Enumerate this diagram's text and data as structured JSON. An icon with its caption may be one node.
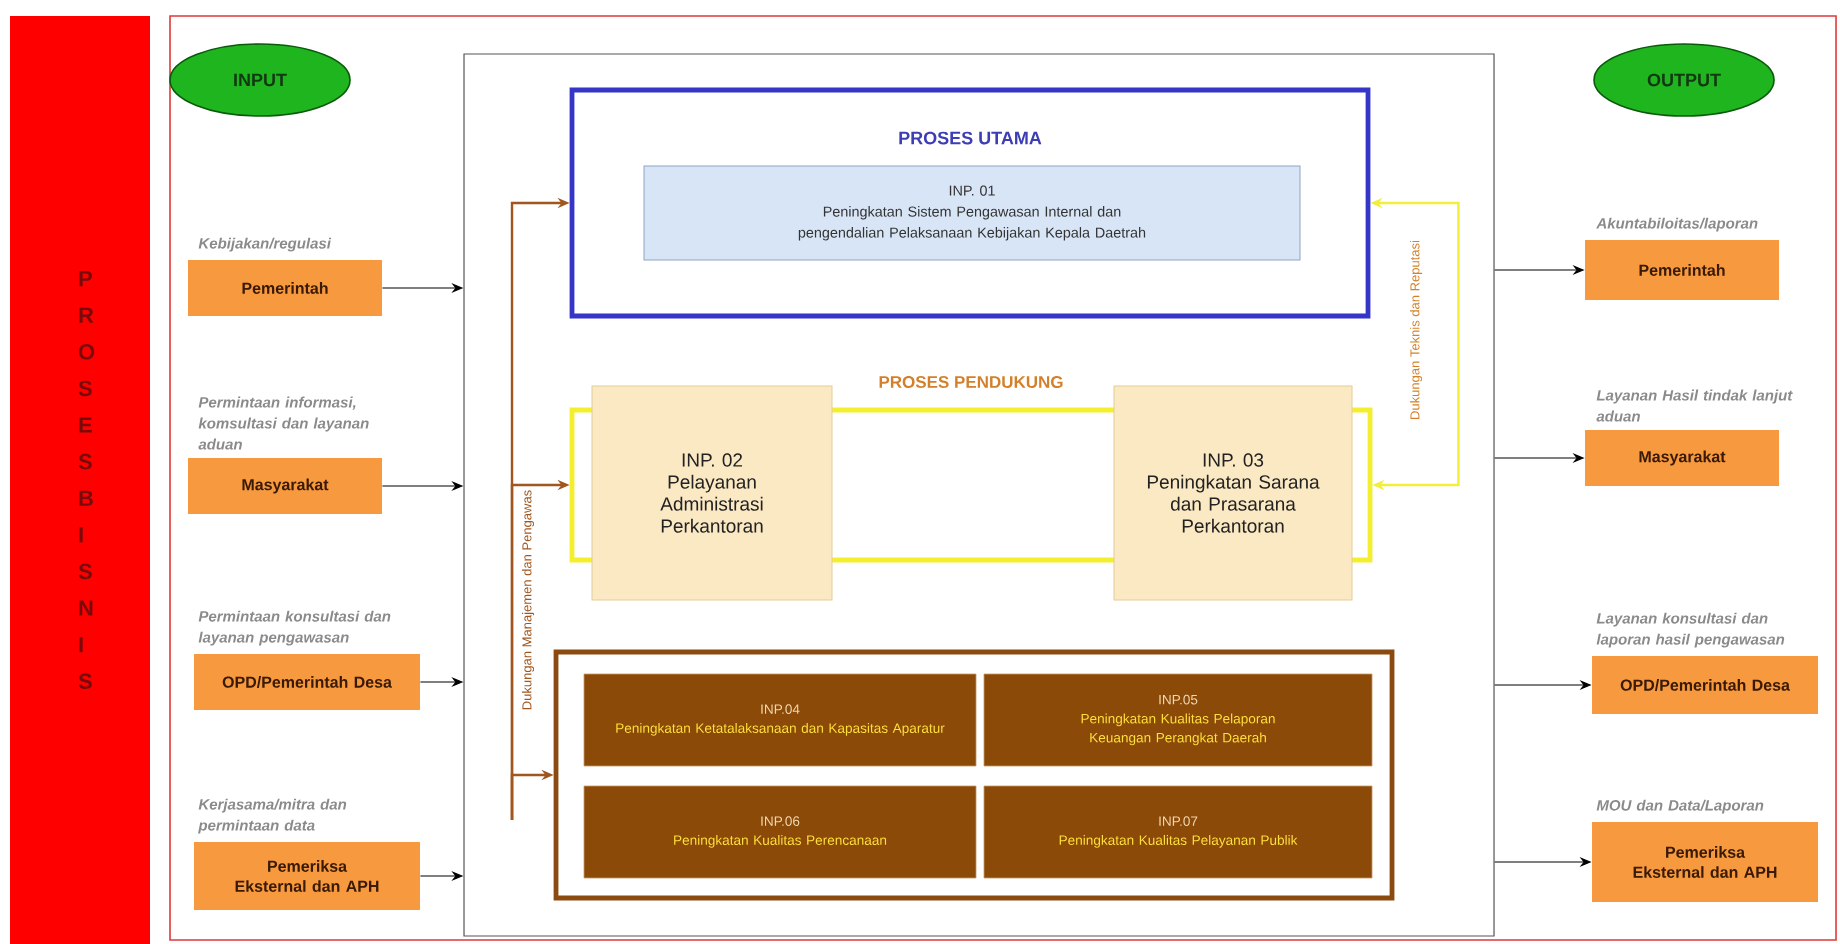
{
  "diagram": {
    "nodes": [
      {
        "text": [
          "PROSES BISNIS"
        ]
      },
      {
        "text": [
          "INPUT"
        ]
      },
      {
        "text": [
          "Pemerintah"
        ],
        "beside": [
          "Kebijakan/regulasi"
        ]
      },
      {
        "text": [
          "Masyarakat"
        ],
        "beside": [
          "Permintaan informasi, komsultasi dan layanan aduan"
        ]
      },
      {
        "text": [
          "OPD/Pemerintah Desa"
        ],
        "beside": [
          "Permintaan konsultasi dan layanan pengawasan"
        ]
      },
      {
        "text": [
          "Pemeriksa Eksternal dan APH"
        ],
        "beside": [
          "Kerjasama/mitra dan permintaan data"
        ]
      },
      {
        "text": [],
        "shape": "box"
      },
      {
        "text": [
          "PROSES UTAMA"
        ],
        "in": 6
      },
      {
        "text": [
          "INP. 01",
          "Peningkatan Sistem Pengawasan Internal dan pengendalian Pelaksanaan Kebijakan Kepala Daetrah"
        ],
        "in": 7
      },
      {
        "text": [
          "PROSES PENDUKUNG"
        ],
        "in": 6
      },
      {
        "text": [
          "INP. 02",
          "Pelayanan Administrasi Perkantoran"
        ],
        "in": 6
      },
      {
        "text": [
          "INP. 03",
          "Peningkatan Sarana dan Prasarana Perkantoran"
        ],
        "in": 6
      },
      {
        "text": [],
        "shape": "box",
        "in": 6
      },
      {
        "text": [
          "INP.04",
          "Peningkatan Ketatalaksanaan dan Kapasitas Aparatur"
        ],
        "in": 12
      },
      {
        "text": [
          "INP.05",
          "Peningkatan Kualitas Pelaporan Keuangan Perangkat Daerah"
        ],
        "in": 12
      },
      {
        "text": [
          "INP.06",
          "Peningkatan Kualitas Perencanaan"
        ],
        "in": 12
      },
      {
        "text": [
          "INP.07",
          "Peningkatan Kualitas Pelayanan Publik"
        ],
        "in": 12
      },
      {
        "text": [
          "OUTPUT"
        ]
      },
      {
        "text": [
          "Pemerintah"
        ],
        "beside": [
          "Akuntabiloitas/laporan"
        ]
      },
      {
        "text": [
          "Masyarakat"
        ],
        "beside": [
          "Layanan Hasil tindak lanjut aduan"
        ]
      },
      {
        "text": [
          "OPD/Pemerintah Desa"
        ],
        "beside": [
          "Layanan konsultasi dan laporan hasil pengawasan"
        ]
      },
      {
        "text": [
          "Pemeriksa Eksternal dan APH"
        ],
        "beside": [
          "MOU dan Data/Laporan"
        ]
      }
    ],
    "edges": [
      {
        "from": 2,
        "to": 6,
        "arrow": "to"
      },
      {
        "from": 3,
        "to": 6,
        "arrow": "to"
      },
      {
        "from": 4,
        "to": 6,
        "arrow": "to"
      },
      {
        "from": 5,
        "to": 6,
        "arrow": "to"
      },
      {
        "from": 6,
        "to": 18,
        "arrow": "to"
      },
      {
        "from": 6,
        "to": 19,
        "arrow": "to"
      },
      {
        "from": 6,
        "to": 20,
        "arrow": "to"
      },
      {
        "from": 6,
        "to": 21,
        "arrow": "to"
      },
      {
        "from": null,
        "to": 7,
        "arrow": "to",
        "color": "#a0561e",
        "label": "Dukungan Manajemen dan Pengawas"
      },
      {
        "from": null,
        "to": 9,
        "arrow": "to",
        "color": "#a0561e"
      },
      {
        "from": null,
        "to": 12,
        "arrow": "to",
        "color": "#a0561e"
      },
      {
        "from": 9,
        "to": 7,
        "arrow": "both",
        "color": "#f2ee3a",
        "label": "Dukungan Teknis dan Reputasi"
      }
    ]
  }
}
